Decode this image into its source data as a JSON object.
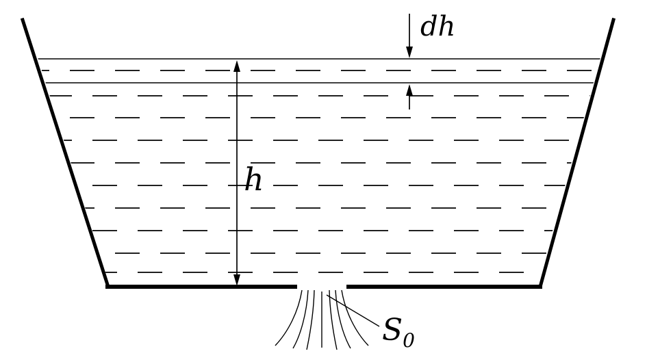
{
  "diagram": {
    "name": "tank-draining-through-orifice",
    "labels": {
      "dh": "dh",
      "h": "h",
      "s0_base": "S",
      "s0_sub": "0"
    },
    "colors": {
      "background": "#ffffff",
      "line": "#000000"
    }
  }
}
